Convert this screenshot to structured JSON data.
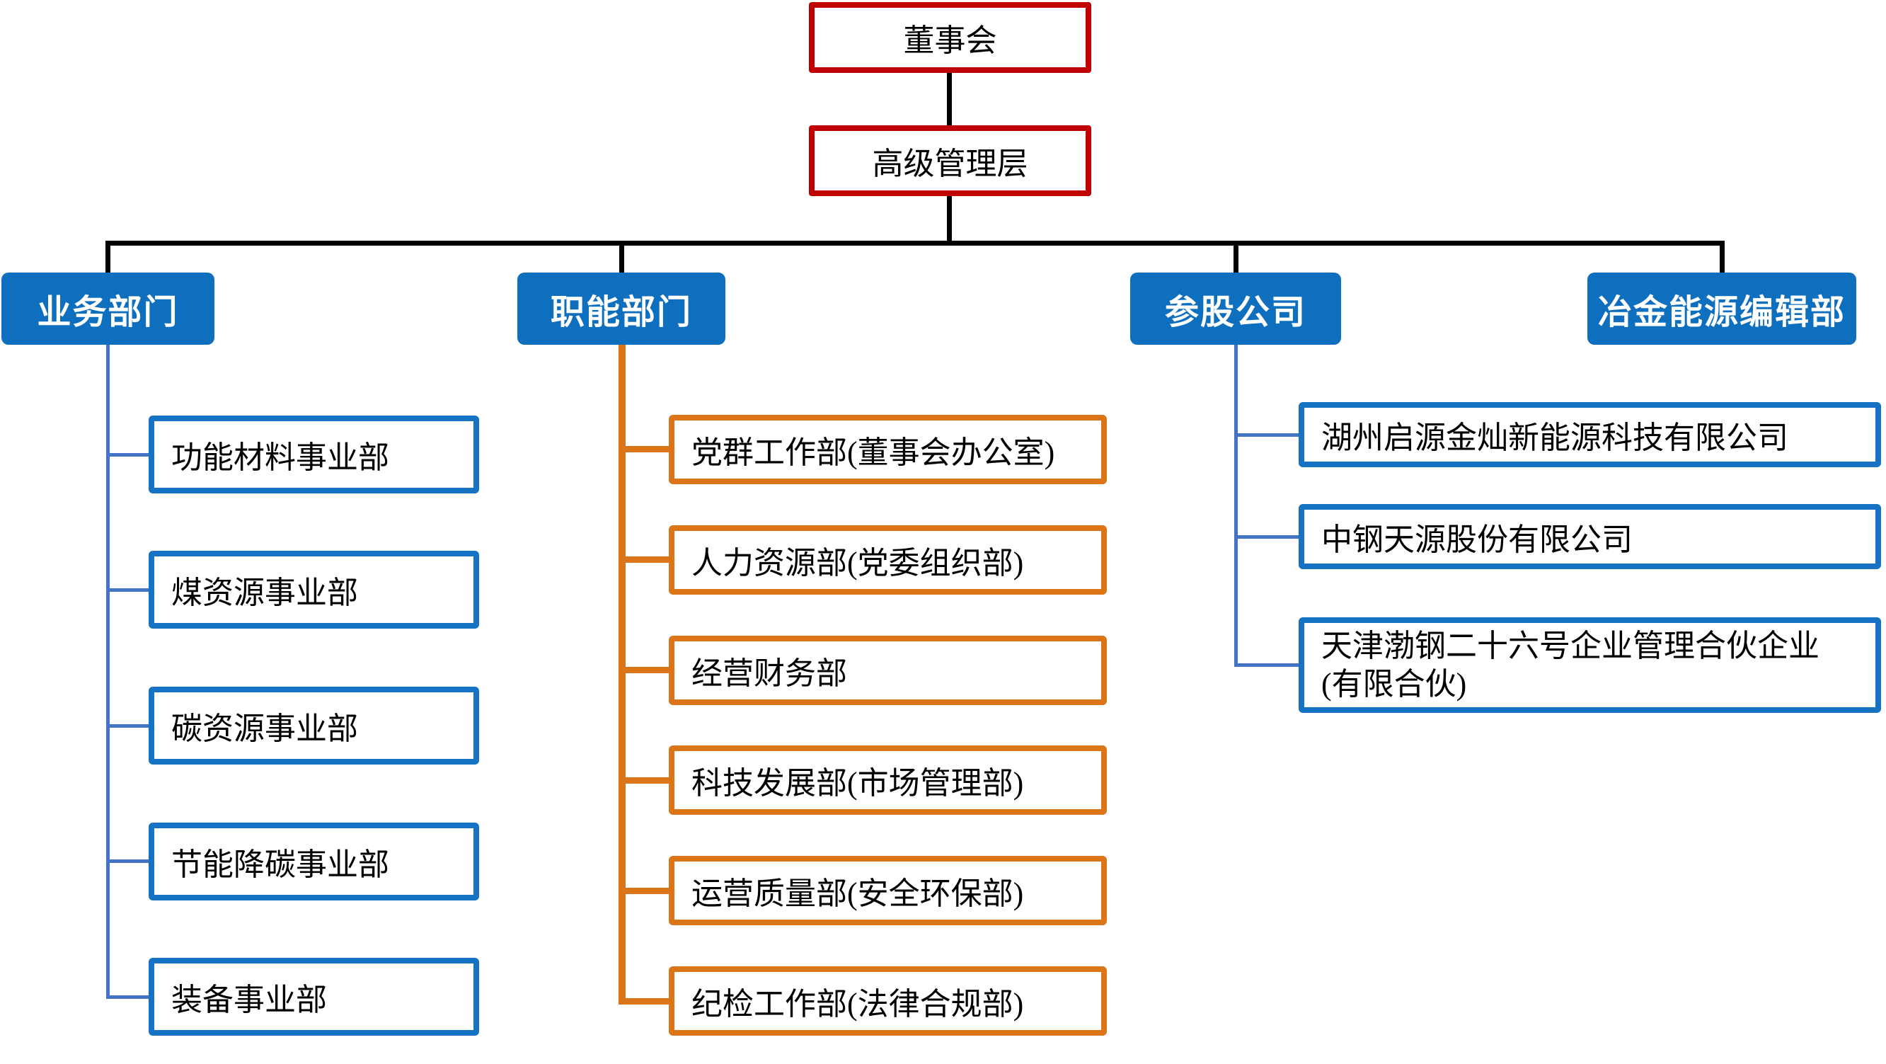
{
  "org_chart": {
    "board": {
      "label": "董事会"
    },
    "senior_management": {
      "label": "高级管理层"
    },
    "branches": [
      {
        "key": "business",
        "label": "业务部门",
        "children": [
          "功能材料事业部",
          "煤资源事业部",
          "碳资源事业部",
          "节能降碳事业部",
          "装备事业部"
        ]
      },
      {
        "key": "functional",
        "label": "职能部门",
        "children": [
          "党群工作部(董事会办公室)",
          "人力资源部(党委组织部)",
          "经营财务部",
          "科技发展部(市场管理部)",
          "运营质量部(安全环保部)",
          "纪检工作部(法律合规部)"
        ]
      },
      {
        "key": "equity",
        "label": "参股公司",
        "children": [
          "湖州启源金灿新能源科技有限公司",
          "中钢天源股份有限公司",
          "天津渤钢二十六号企业管理合伙企业(有限合伙)"
        ],
        "child3_wrap": {
          "line1": "天津渤钢二十六号企业管理合伙企业",
          "line2": "(有限合伙)"
        }
      },
      {
        "key": "editorial",
        "label": "冶金能源编辑部",
        "children": []
      }
    ],
    "colors": {
      "top_box_border": "#C00000",
      "branch_fill": "#0E6FBE",
      "blue_child_border": "#1672C3",
      "blue_connector": "#4472C4",
      "orange_child_border": "#DB7518",
      "black_connector": "#000000"
    }
  }
}
